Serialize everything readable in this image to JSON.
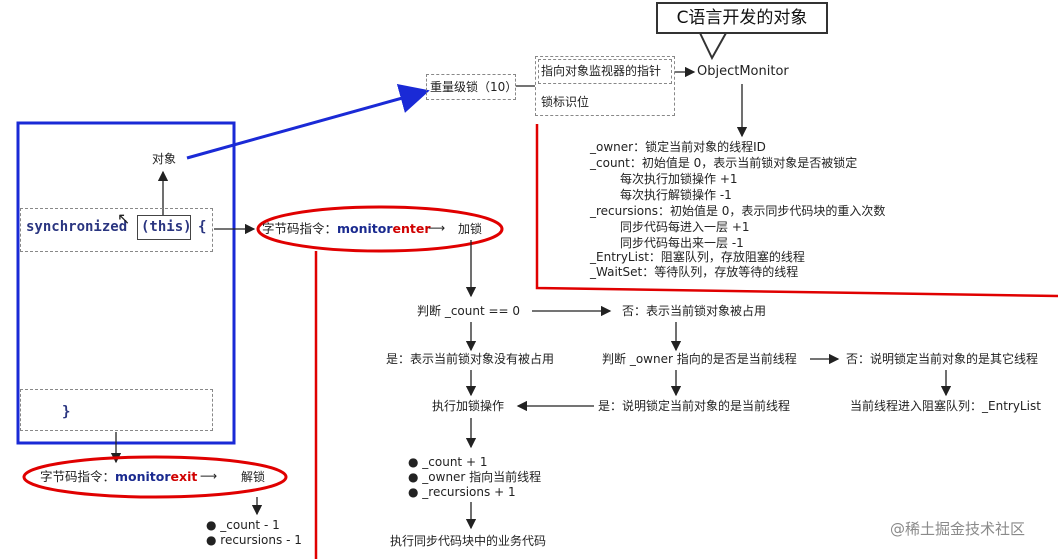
{
  "callout": {
    "title": "C语言开发的对象"
  },
  "top": {
    "heavy_lock": "重量级锁（10）",
    "pointer_label": "指向对象监视器的指针",
    "lock_flag": "锁标识位",
    "object_monitor": "ObjectMonitor"
  },
  "monitor_fields": [
    "_owner：锁定当前对象的线程ID",
    "_count：初始值是 0，表示当前锁对象是否被锁定",
    "每次执行加锁操作 +1",
    "每次执行解锁操作  -1",
    "_recursions：初始值是 0，表示同步代码块的重入次数",
    "同步代码每进入一层 +1",
    "同步代码每出来一层 -1",
    "_EntryList：阻塞队列，存放阻塞的线程",
    "_WaitSet：等待队列，存放等待的线程"
  ],
  "code": {
    "object_label": "对象",
    "sync": "synchronized",
    "this": "(this)",
    "brace_open": "{",
    "brace_close": "}"
  },
  "enter": {
    "prefix": "字节码指令：",
    "monitor": "monitor",
    "keyword": "enter",
    "arrow": "⟶",
    "action": "加锁"
  },
  "exit": {
    "prefix": "字节码指令：",
    "monitor": "monitor",
    "keyword": "exit",
    "arrow": "⟶",
    "action": "解锁"
  },
  "flow": {
    "check_count": "判断 _count == 0",
    "no_occupied": "否：表示当前锁对象被占用",
    "yes_free": "是：表示当前锁对象没有被占用",
    "check_owner": "判断 _owner 指向的是否是当前线程",
    "no_other": "否：说明锁定当前对象的是其它线程",
    "do_lock": "执行加锁操作",
    "yes_current": "是：说明锁定当前对象的是当前线程",
    "enter_queue": "当前线程进入阻塞队列：_EntryList",
    "lock_steps": [
      "● _count + 1",
      "● _owner 指向当前线程",
      "● _recursions + 1"
    ],
    "run_code": "执行同步代码块中的业务代码"
  },
  "exit_steps": [
    "● _count - 1",
    "● recursions - 1"
  ],
  "watermark": "@稀土掘金技术社区",
  "colors": {
    "blue": "#1a2ad6",
    "red": "#e00000",
    "navy": "#1a2a8f"
  }
}
